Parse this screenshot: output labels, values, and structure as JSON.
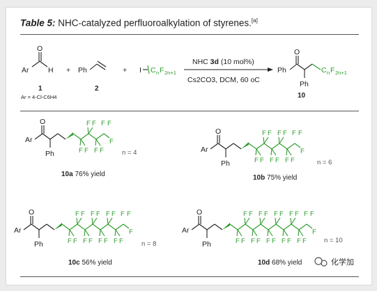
{
  "title": {
    "lead": "Table 5:",
    "text": " NHC-catalyzed perfluoroalkylation of styrenes.",
    "footnote": "[a]"
  },
  "scheme": {
    "reagent1": {
      "ar": "Ar",
      "o": "O",
      "h": "H",
      "num": "1",
      "note": "Ar = 4-Cl-C6H4"
    },
    "plus": "+",
    "reagent2": {
      "ph": "Ph",
      "num": "2"
    },
    "reagent3": {
      "i": "I",
      "c": "C",
      "n": "n",
      "f": "F",
      "sub": "2n+1"
    },
    "conditions": {
      "line1_pre": "NHC ",
      "line1_bold": "3d",
      "line1_post": " (10 mol%)",
      "line2": "Cs2CO3, DCM, 60 oC"
    },
    "product": {
      "ph": "Ph",
      "o": "O",
      "ph2": "Ph",
      "c": "C",
      "n": "n",
      "f": "F",
      "sub": "2n+1",
      "num": "10"
    }
  },
  "products": [
    {
      "id": "10a",
      "yield": "76% yield",
      "n_label": "n = 4"
    },
    {
      "id": "10b",
      "yield": "75% yield",
      "n_label": "n = 6"
    },
    {
      "id": "10c",
      "yield": "56% yield",
      "n_label": "n = 8"
    },
    {
      "id": "10d",
      "yield": "68% yield",
      "n_label": "n = 10"
    }
  ],
  "atoms": {
    "ar": "Ar",
    "o": "O",
    "ph": "Ph",
    "f": "F"
  },
  "watermark": "化学加",
  "colors": {
    "fluorine": "#2a9a2a",
    "ink": "#222222",
    "background": "#ececec"
  }
}
